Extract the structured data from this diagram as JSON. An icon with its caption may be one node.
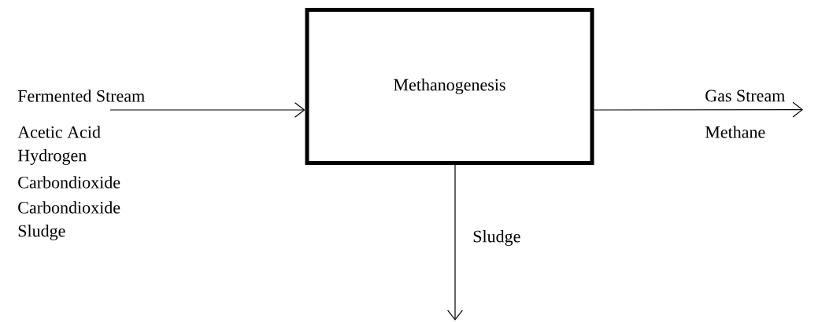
{
  "diagram": {
    "nodes": [
      {
        "text": [
          "Fermented Stream"
        ]
      },
      {
        "text": [
          "Methanogenesis"
        ]
      },
      {
        "text": [
          "Gas Stream"
        ]
      }
    ],
    "edges": [
      {
        "from": 0,
        "to": 1,
        "arrow": "to"
      },
      {
        "from": 1,
        "to": 2,
        "arrow": "to"
      },
      {
        "from": 1,
        "to": null,
        "arrow": "to",
        "label": "Sludge"
      }
    ],
    "labels": [
      "Acetic Acid",
      "Hydrogen",
      "Carbondioxide",
      "Carbondioxide",
      "Sludge",
      "Methane"
    ]
  }
}
